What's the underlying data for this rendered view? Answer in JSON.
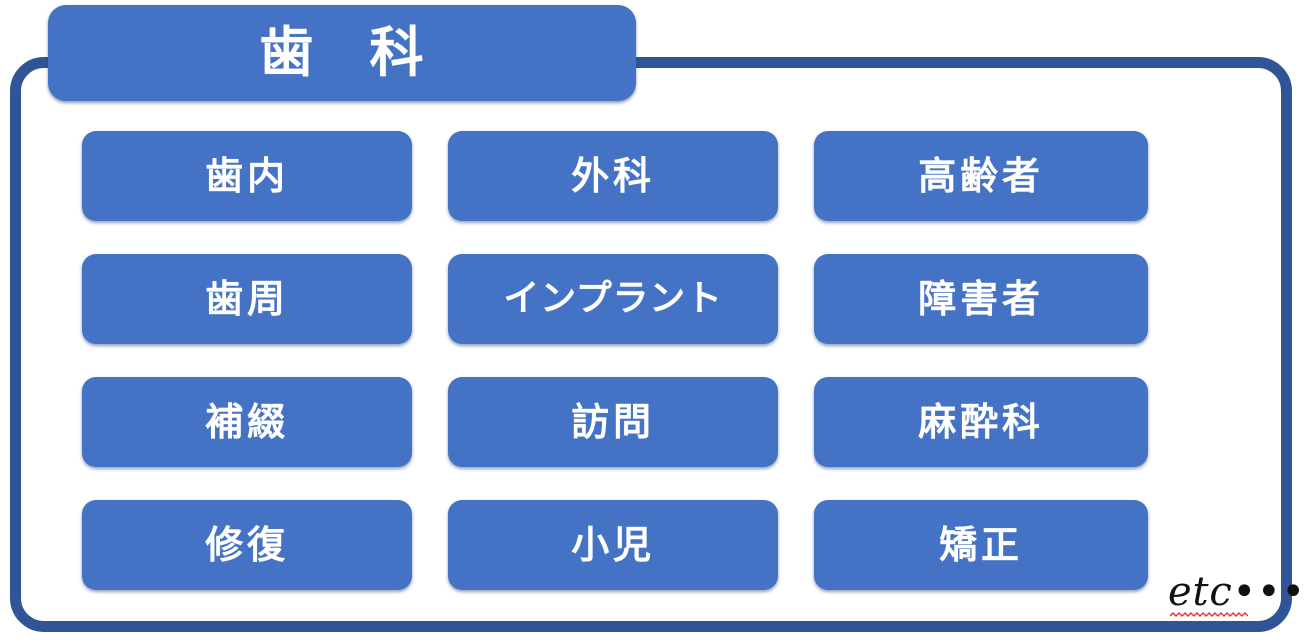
{
  "page": {
    "title_tag": {
      "label": "歯　科",
      "icon": "section-heading-tag"
    },
    "colors": {
      "chip_fill": "#4472c4",
      "frame_border": "#2f5596",
      "chip_text": "#ffffff",
      "background": "#ffffff",
      "spellcheck_underline": "#e03030",
      "etc_text": "#111111"
    },
    "grid": {
      "columns": 3,
      "rows": 4,
      "items": [
        {
          "label": "歯内",
          "row": 1,
          "column": 1
        },
        {
          "label": "外科",
          "row": 1,
          "column": 2
        },
        {
          "label": "高齢者",
          "row": 1,
          "column": 3
        },
        {
          "label": "歯周",
          "row": 2,
          "column": 1
        },
        {
          "label": "インプラント",
          "row": 2,
          "column": 2
        },
        {
          "label": "障害者",
          "row": 2,
          "column": 3
        },
        {
          "label": "補綴",
          "row": 3,
          "column": 1
        },
        {
          "label": "訪問",
          "row": 3,
          "column": 2
        },
        {
          "label": "麻酔科",
          "row": 3,
          "column": 3
        },
        {
          "label": "修復",
          "row": 4,
          "column": 1
        },
        {
          "label": "小児",
          "row": 4,
          "column": 2
        },
        {
          "label": "矯正",
          "row": 4,
          "column": 3
        }
      ]
    },
    "footnote": {
      "label": "etc•••",
      "has_spellcheck_underline": true
    }
  }
}
